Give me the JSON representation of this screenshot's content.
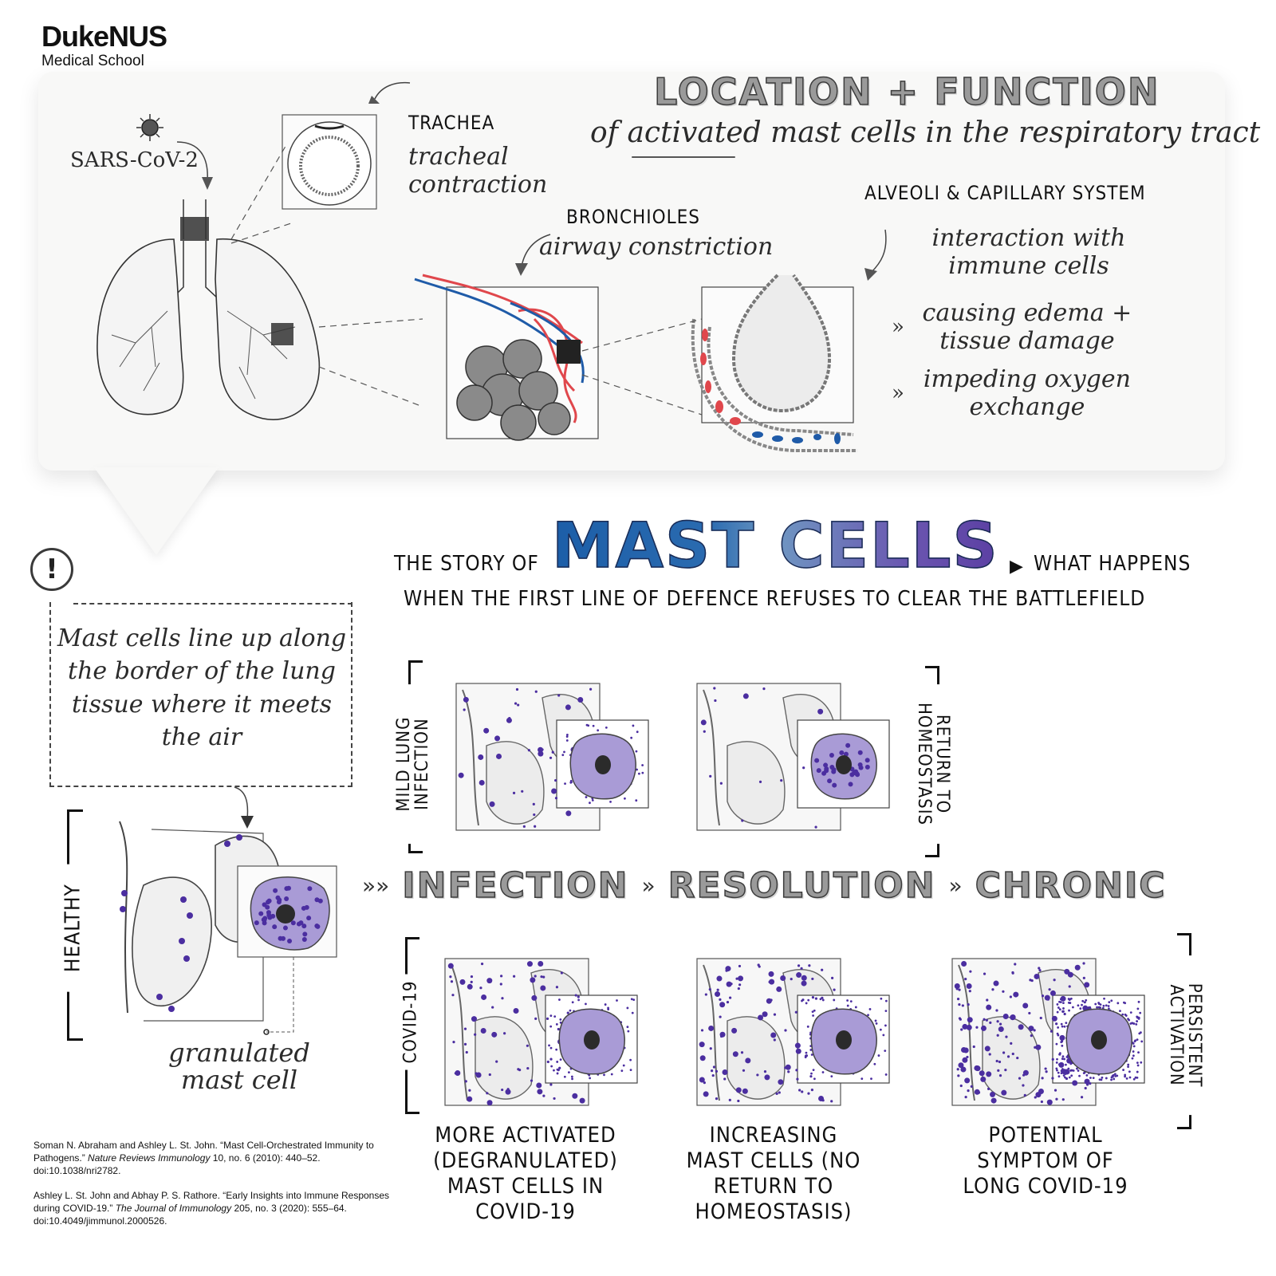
{
  "logo": {
    "brand": "DukeNUS",
    "subtitle": "Medical School"
  },
  "top_panel": {
    "title": "LOCATION + FUNCTION",
    "subtitle": "of activated mast cells in the respiratory tract",
    "virus_label": "SARS-CoV-2",
    "trachea": {
      "title": "TRACHEA",
      "description": "tracheal contraction"
    },
    "bronchioles": {
      "title": "BRONCHIOLES",
      "description": "airway constriction"
    },
    "alveoli": {
      "title": "ALVEOLI & CAPILLARY SYSTEM",
      "description": "interaction with immune cells",
      "bullets": [
        "causing edema + tissue damage",
        "impeding oxygen exchange"
      ],
      "bullet_marker": "»"
    },
    "colors": {
      "artery": "#e0474c",
      "vein": "#1f5ba8"
    }
  },
  "story": {
    "prefix": "THE STORY OF",
    "title": "MAST CELLS",
    "arrow": "▶",
    "suffix": "WHAT HAPPENS",
    "line2": "WHEN THE FIRST LINE OF DEFENCE REFUSES TO CLEAR THE BATTLEFIELD",
    "gradient": [
      "#1c5ea8",
      "#6f97c2",
      "#5b3fa3"
    ]
  },
  "note": {
    "icon": "exclamation-icon",
    "text": "Mast cells line up along the border of the lung tissue where it meets the air"
  },
  "stages": {
    "healthy": {
      "label": "HEALTHY",
      "inset_label": "granulated mast cell"
    },
    "mild_infection": {
      "label": "MILD LUNG INFECTION"
    },
    "return": {
      "label": "RETURN TO HOMEOSTASIS"
    },
    "covid": {
      "label": "COVID-19"
    },
    "persistent": {
      "label": "PERSISTENT ACTIVATION"
    },
    "flow": {
      "lead": "»»",
      "steps": [
        "INFECTION",
        "RESOLUTION",
        "CHRONIC"
      ],
      "separator": "»"
    },
    "captions": [
      "MORE ACTIVATED (DEGRANULATED) MAST CELLS IN COVID-19",
      "INCREASING MAST CELLS (NO RETURN TO HOMEOSTASIS)",
      "POTENTIAL SYMPTOM OF LONG COVID-19"
    ],
    "colors": {
      "granule": "#4b2ea0",
      "cytoplasm": "#a99bd6",
      "nucleus": "#2b2b2b"
    }
  },
  "references": [
    {
      "before": "Soman N. Abraham and Ashley L. St. John. “Mast Cell-Orchestrated Immunity to Pathogens.” ",
      "journal": "Nature Reviews Immunology",
      "after": " 10, no. 6 (2010): 440–52. doi:10.1038/nri2782."
    },
    {
      "before": "Ashley L. St. John and Abhay P. S. Rathore. “Early Insights into Immune Responses during COVID-19.” ",
      "journal": "The Journal of Immunology",
      "after": " 205, no. 3 (2020): 555–64. doi:10.4049/jimmunol.2000526."
    }
  ]
}
